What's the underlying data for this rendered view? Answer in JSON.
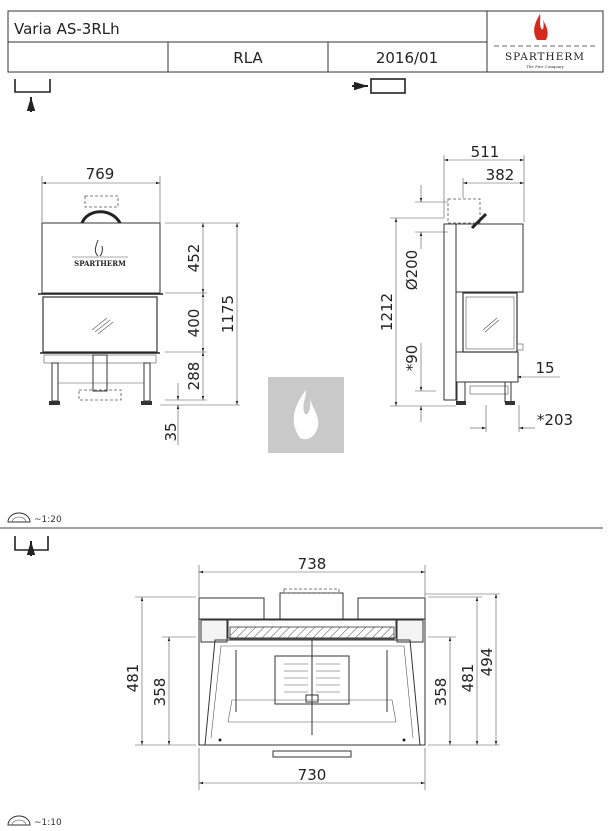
{
  "header": {
    "title": "Varia AS-3RLh",
    "variant": "RLA",
    "date": "2016/01",
    "logo": {
      "brand": "SPARTHERM",
      "tagline": "The Fire Company"
    }
  },
  "front_view": {
    "width": "769",
    "hood_height": "452",
    "door_height": "400",
    "base_height": "288",
    "total_height": "1175",
    "foot_adjust": "35",
    "logo_text": "SPARTHERM"
  },
  "side_view": {
    "depth_total": "511",
    "depth_body": "382",
    "flue_diameter": "Ø200",
    "total_height": "1212",
    "inlet_height": "*90",
    "offset": "15",
    "inlet_depth": "*203"
  },
  "scale_top": "~1:20",
  "top_view": {
    "width_top": "738",
    "width_bottom": "730",
    "depth_left": "481",
    "inner_left": "358",
    "inner_right": "358",
    "depth_right": "481",
    "depth_total": "494"
  },
  "scale_bottom": "~1:10",
  "colors": {
    "flame": "#d42a1e",
    "watermark": "#c9c9c9"
  }
}
